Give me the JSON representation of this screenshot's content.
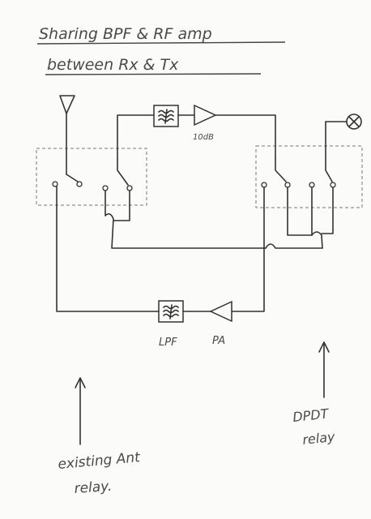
{
  "title": {
    "line1": "Sharing   BPF  &  RF amp",
    "line2": "between   Rx   &  Tx"
  },
  "blocks": {
    "amp_gain": "10dB",
    "lpf": "LPF",
    "pa": "PA"
  },
  "annotations": {
    "ant_relay_1": "existing Ant",
    "ant_relay_2": "relay.",
    "dpdt_1": "DPDT",
    "dpdt_2": "relay"
  },
  "icons": {
    "antenna": "antenna-icon",
    "lamp": "lamp-icon",
    "filter": "filter-symbol-icon",
    "amplifier": "amplifier-triangle-icon"
  }
}
